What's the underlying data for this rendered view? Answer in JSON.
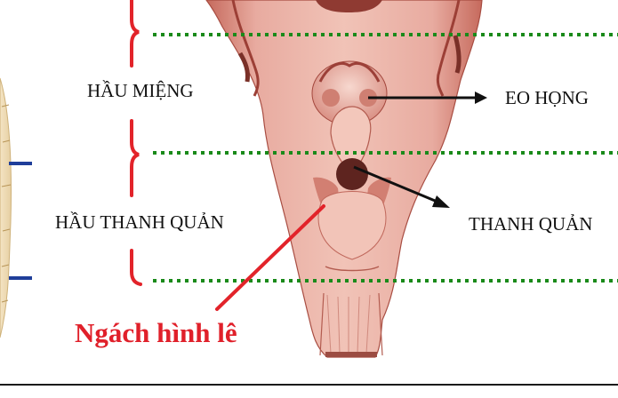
{
  "labels": {
    "oropharynx": "HẦU MIỆNG",
    "laryngopharynx": "HẦU THANH QUẢN",
    "isthmus_of_fauces": "EO HỌNG",
    "larynx": "THANH QUẢN",
    "piriform_recess": "Ngách hình lê"
  },
  "colors": {
    "bracket": "#e2232a",
    "divider_dots": "#1a8a1a",
    "highlight_label": "#e0202a",
    "pointer_line": "#e2232a",
    "arrow": "#111111",
    "spine_tick": "#1f3e9a",
    "tissue": "#e3a89c",
    "tissue_dark": "#b4584c"
  },
  "icons": {
    "arrow": "right-arrow",
    "bracket": "curly-brace"
  }
}
